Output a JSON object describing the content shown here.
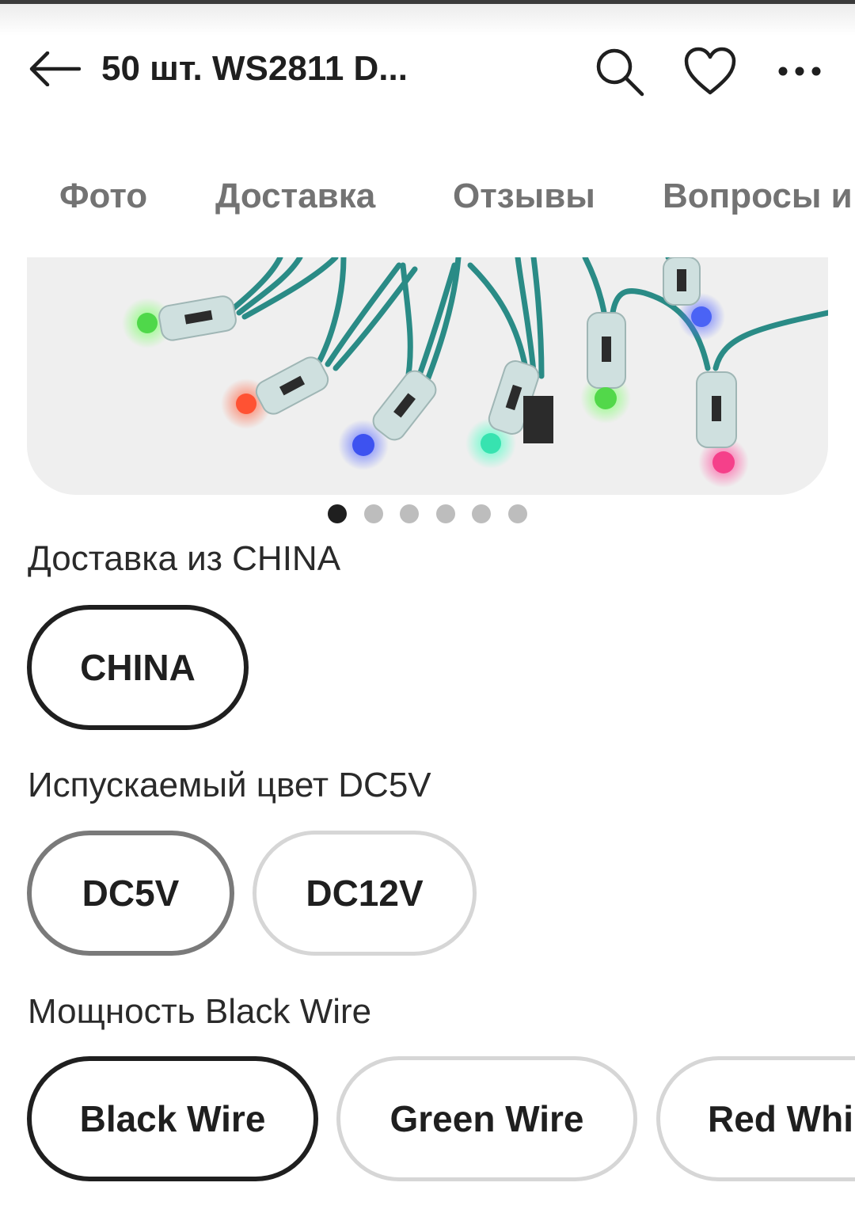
{
  "header": {
    "title": "50 шт. WS2811 D..."
  },
  "tabs": [
    {
      "label": "Фото"
    },
    {
      "label": "Доставка"
    },
    {
      "label": "Отзывы"
    },
    {
      "label": "Вопросы и"
    }
  ],
  "gallery": {
    "current_page": 1,
    "total_pages": 6
  },
  "shipping": {
    "label": "Доставка из CHINA",
    "options": [
      {
        "label": "CHINA",
        "selected": true
      }
    ]
  },
  "voltage": {
    "label": "Испускаемый цвет DC5V",
    "options": [
      {
        "label": "DC5V",
        "selected": true
      },
      {
        "label": "DC12V",
        "selected": false
      }
    ]
  },
  "wire": {
    "label": "Мощность Black Wire",
    "options": [
      {
        "label": "Black Wire",
        "selected": true
      },
      {
        "label": "Green Wire",
        "selected": false
      },
      {
        "label": "Red Whi",
        "selected": false
      }
    ]
  },
  "icons": {
    "back": "arrow-left-icon",
    "search": "search-icon",
    "favorite": "heart-icon",
    "more": "more-dots-icon"
  },
  "colors": {
    "text": "#1f1f1f",
    "tab_text": "#737373",
    "chip_border_selected": "#1f1f1f",
    "chip_border_normal": "#d6d6d6",
    "image_bg": "#efefef",
    "wire": "#2a8b86"
  }
}
